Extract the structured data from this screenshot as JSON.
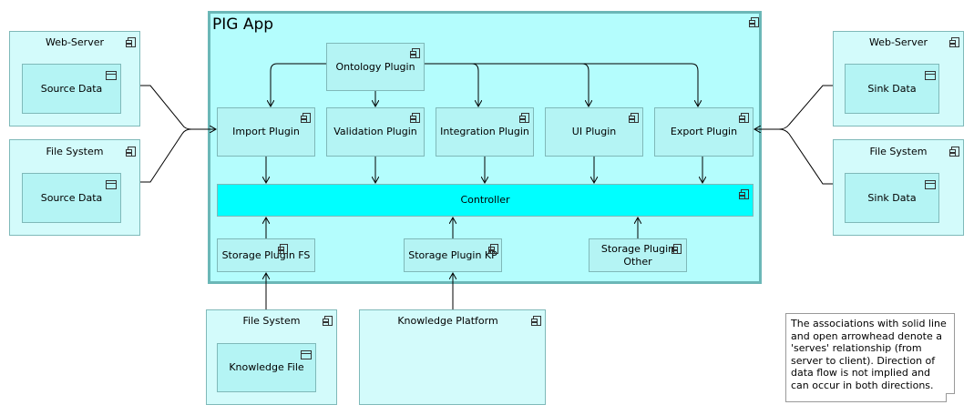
{
  "app_title": "PIG App",
  "left": {
    "web_server": {
      "title": "Web-Server",
      "inner": "Source Data"
    },
    "file_system": {
      "title": "File System",
      "inner": "Source Data"
    }
  },
  "right": {
    "web_server": {
      "title": "Web-Server",
      "inner": "Sink Data"
    },
    "file_system": {
      "title": "File System",
      "inner": "Sink Data"
    }
  },
  "plugins": {
    "ontology": "Ontology Plugin",
    "import": "Import Plugin",
    "validation": "Validation Plugin",
    "integration": "Integration Plugin",
    "ui": "UI Plugin",
    "export": "Export Plugin"
  },
  "controller": "Controller",
  "storage": {
    "fs": "Storage Plugin FS",
    "kp": "Storage Plugin KP",
    "other": "Storage Plugin Other"
  },
  "bottom": {
    "file_system": {
      "title": "File System",
      "inner": "Knowledge File"
    },
    "knowledge_platform": "Knowledge Platform"
  },
  "note": "The associations with solid line and  open arrowhead denote a 'serves' relationship (from server to client). Direction of data flow is not implied and can occur in both directions."
}
